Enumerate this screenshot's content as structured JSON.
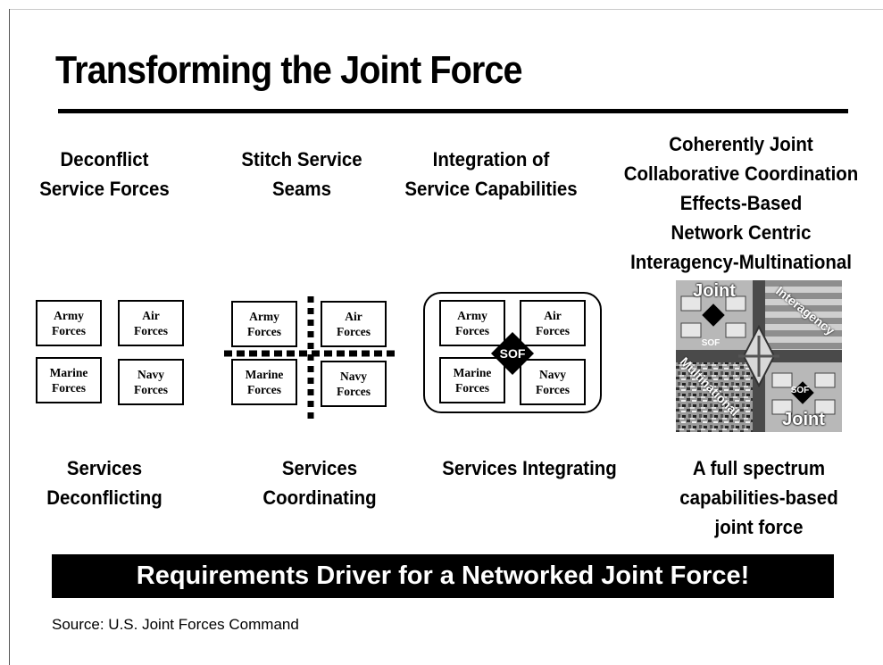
{
  "title": "Transforming the Joint Force",
  "stages": [
    {
      "heading": [
        "Deconflict",
        "Service Forces"
      ],
      "caption": [
        "Services",
        "Deconflicting"
      ]
    },
    {
      "heading": [
        "Stitch Service",
        "Seams"
      ],
      "caption": [
        "Services",
        "Coordinating"
      ]
    },
    {
      "heading": [
        "Integration of",
        "Service Capabilities"
      ],
      "caption": [
        "Services Integrating"
      ]
    },
    {
      "heading": [
        "Coherently Joint",
        "Collaborative Coordination",
        "Effects-Based",
        "Network Centric",
        "Interagency-Multinational"
      ],
      "caption": [
        "A full spectrum",
        "capabilities-based",
        "joint force"
      ]
    }
  ],
  "forces": {
    "army": [
      "Army",
      "Forces"
    ],
    "air": [
      "Air",
      "Forces"
    ],
    "marine": [
      "Marine",
      "Forces"
    ],
    "navy": [
      "Navy",
      "Forces"
    ]
  },
  "sof_label": "SOF",
  "graphic": {
    "joint_top": "Joint",
    "joint_bottom": "Joint",
    "interagency": "Interagency",
    "multinational": "Multinational"
  },
  "banner": "Requirements Driver for a Networked Joint Force!",
  "source": "Source: U.S. Joint Forces Command",
  "colors": {
    "background": "#ffffff",
    "text": "#000000",
    "banner_bg": "#000000",
    "banner_text": "#ffffff"
  }
}
